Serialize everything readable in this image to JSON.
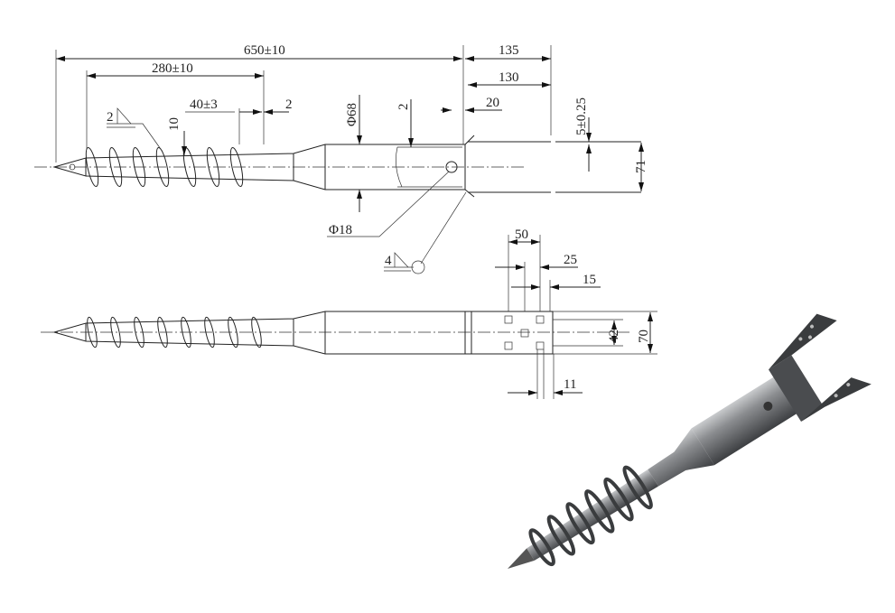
{
  "drawing": {
    "top_view": {
      "overall_length": "650±10",
      "helix_length": "280±10",
      "helix_pitch": "40±3",
      "helix_end_gap": "2",
      "helix_height": "10",
      "tube_diameter": "Φ68",
      "wall_thickness": "2",
      "hole_offset": "20",
      "bracket_length_outer": "135",
      "bracket_length_inner": "130",
      "plate_thickness": "5±0.25",
      "bracket_width": "71",
      "bolt_diameter": "Φ18",
      "weld_helix": "2",
      "weld_bracket": "4"
    },
    "side_view": {
      "hole_spacing": "50",
      "half_spacing": "25",
      "edge_offset": "15",
      "hole_vertical_spacing": "42",
      "plate_height": "70",
      "hole_size": "11"
    }
  },
  "colors": {
    "line": "#222222",
    "render_metal": "#6e7073"
  }
}
